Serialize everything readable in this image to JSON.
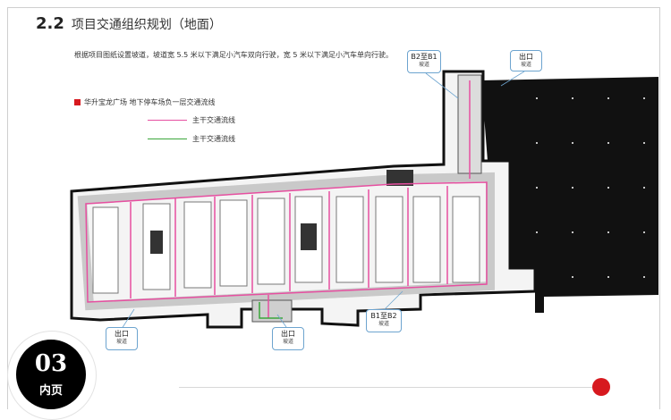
{
  "header": {
    "number": "2.2",
    "title": "项目交通组织规划（地面）"
  },
  "description": "根据项目图纸设置坡道，坡道宽 5.5 米以下满足小汽车双向行驶，宽 5 米以下满足小汽车单向行驶。",
  "legend": {
    "title": "华升宝龙广场 地下停车场负一层交通流线",
    "items": [
      {
        "label": "主干交通流线",
        "color": "#e64fa0"
      },
      {
        "label": "主干交通流线",
        "color": "#3aa63a"
      }
    ]
  },
  "callouts": {
    "b2_b1": {
      "line1": "B2至B1",
      "line2": "坡道"
    },
    "exit_top": {
      "line1": "出口",
      "line2": "坡道"
    },
    "b1_b2": {
      "line1": "B1至B2",
      "line2": "坡道"
    },
    "exit_left": {
      "line1": "出口",
      "line2": "坡道"
    },
    "exit_mid": {
      "line1": "出口",
      "line2": "坡道"
    }
  },
  "badge": {
    "number": "03",
    "label": "内页"
  },
  "colors": {
    "accent": "#d7191f",
    "flow_main": "#e64fa0",
    "flow_secondary": "#3aa63a",
    "callout_border": "#6da4cf"
  }
}
